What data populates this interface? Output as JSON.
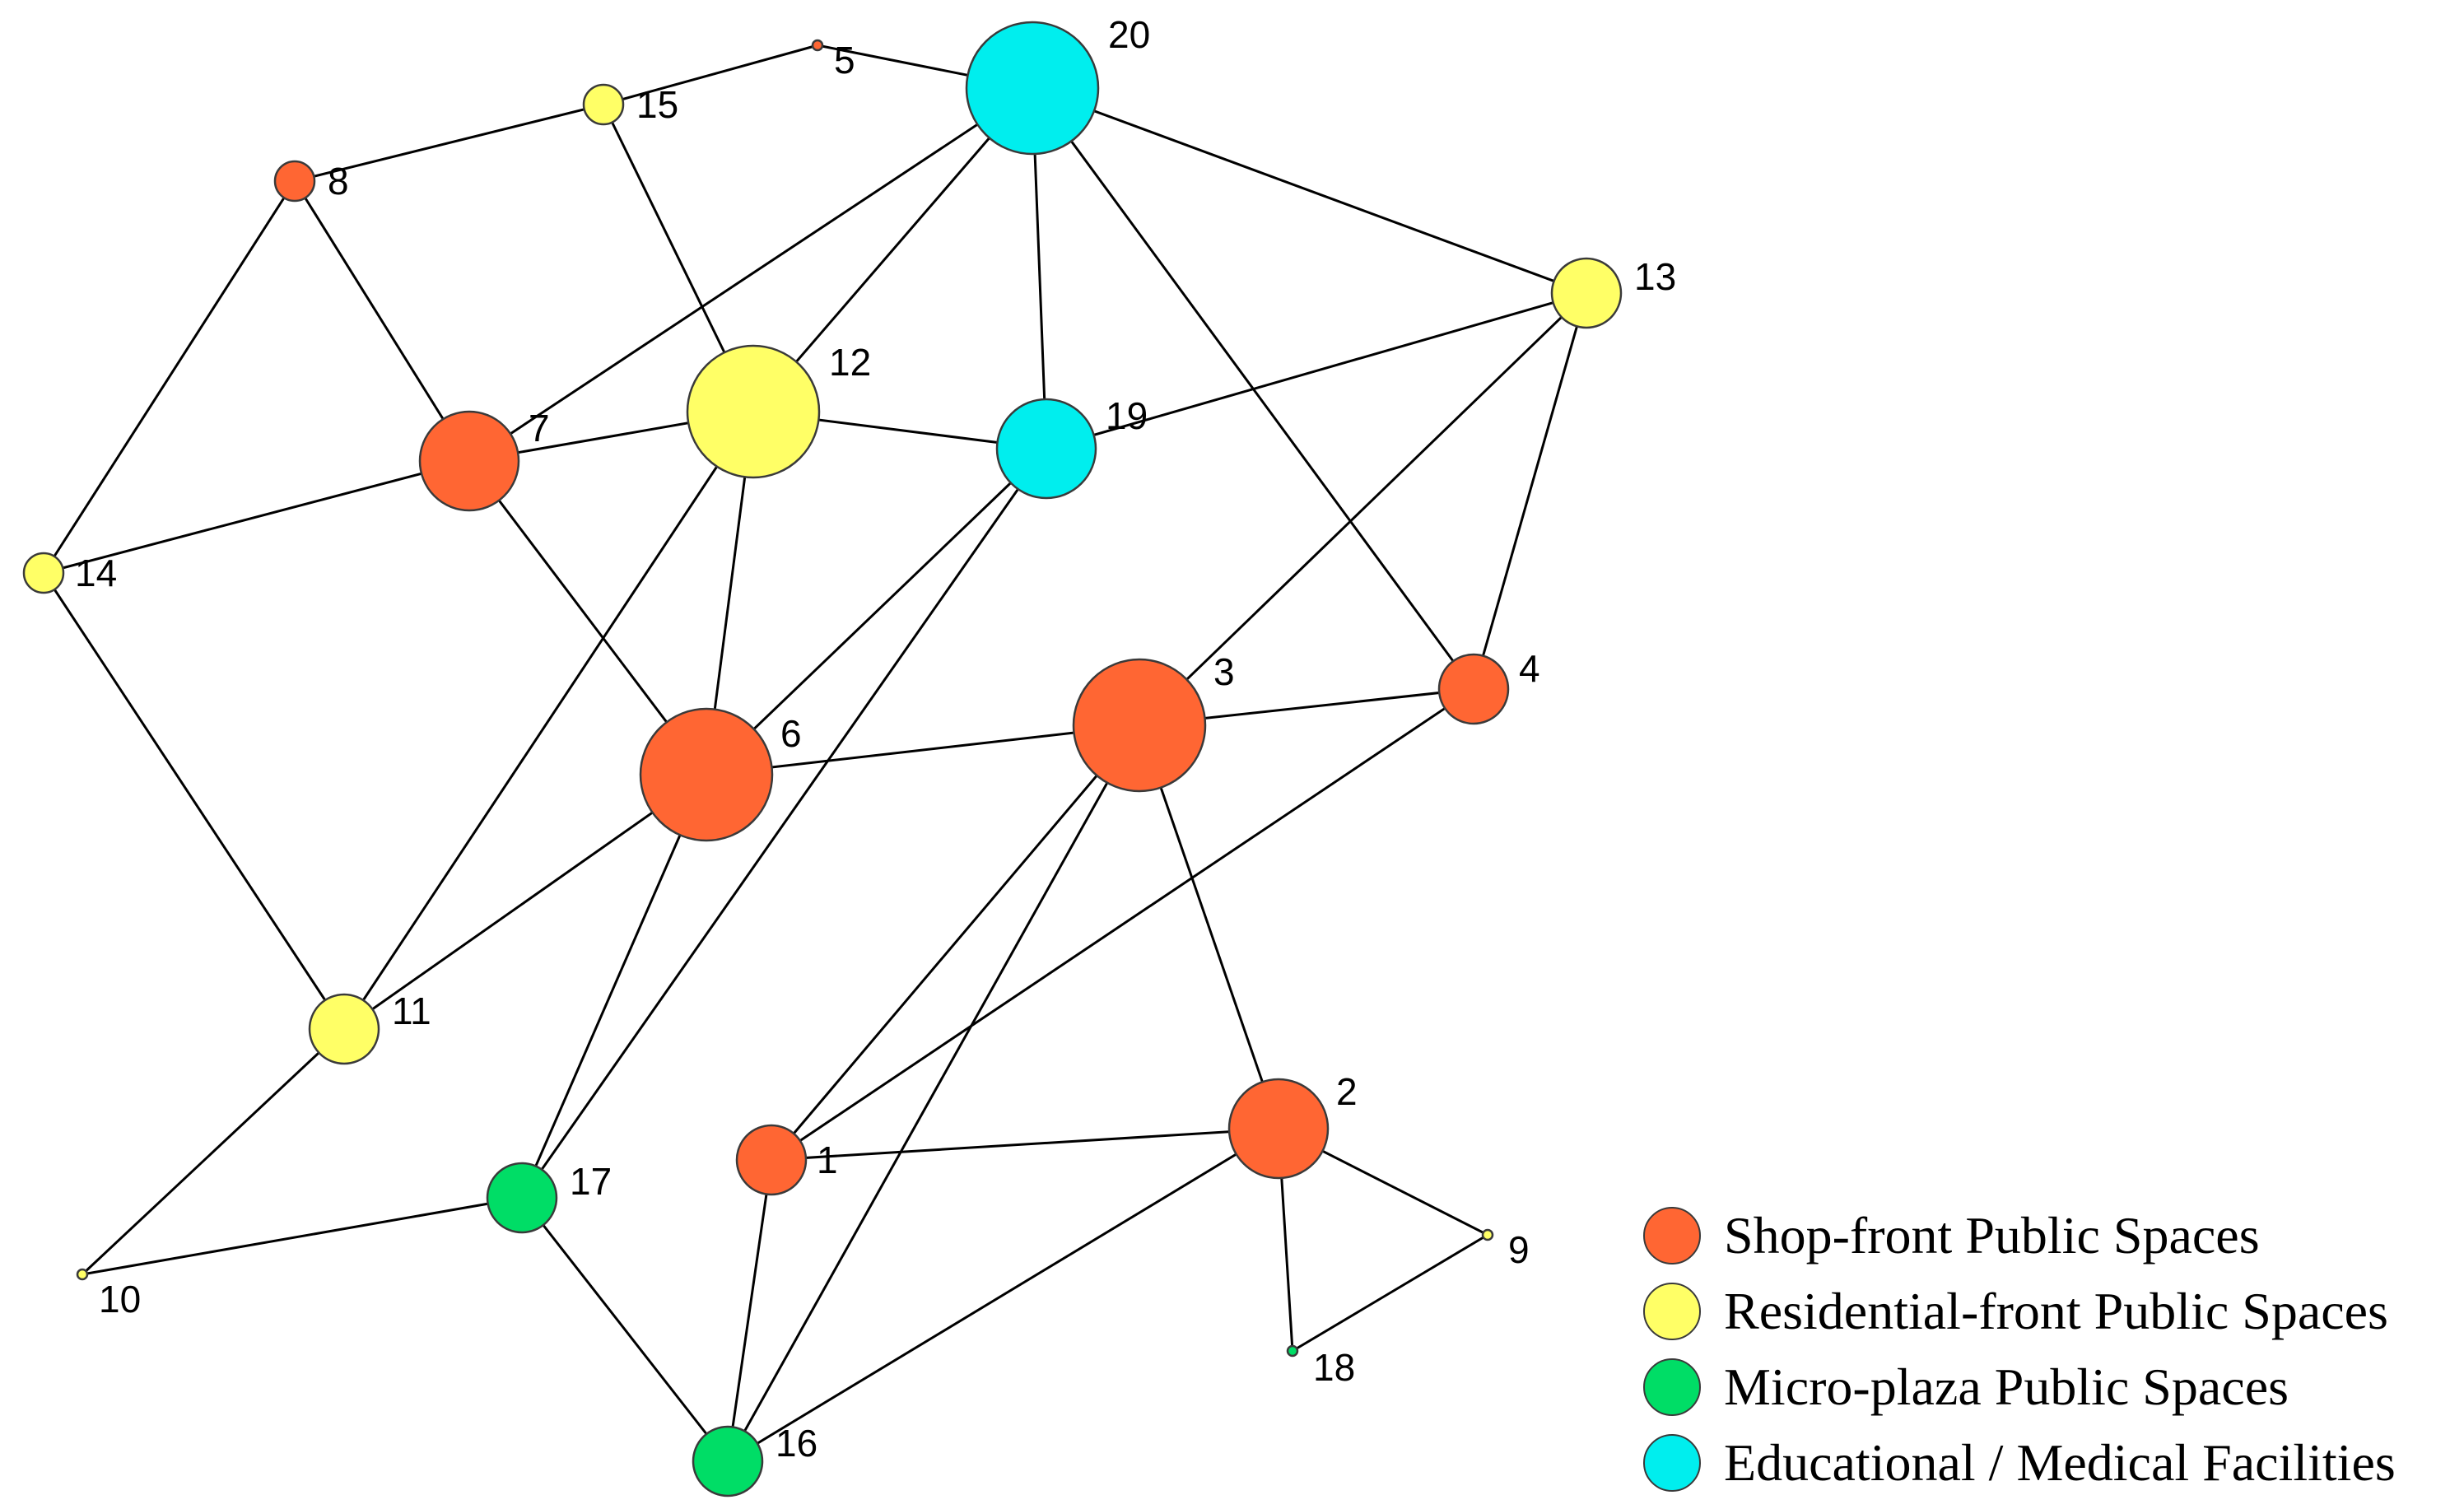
{
  "categories": [
    {
      "id": "shop",
      "label": "Shop-front Public Spaces",
      "color": "#FF6633"
    },
    {
      "id": "residential",
      "label": "Residential-front Public Spaces",
      "color": "#FFFF66"
    },
    {
      "id": "micro",
      "label": "Micro-plaza Public Spaces",
      "color": "#00DD66"
    },
    {
      "id": "edu",
      "label": "Educational / Medical Facilities",
      "color": "#00EEEE"
    }
  ],
  "nodes": [
    {
      "id": "1",
      "label": "1",
      "category": "shop",
      "size": "small"
    },
    {
      "id": "2",
      "label": "2",
      "category": "shop",
      "size": "medium"
    },
    {
      "id": "3",
      "label": "3",
      "category": "shop",
      "size": "large"
    },
    {
      "id": "4",
      "label": "4",
      "category": "shop",
      "size": "small"
    },
    {
      "id": "5",
      "label": "5",
      "category": "shop",
      "size": "tiny"
    },
    {
      "id": "6",
      "label": "6",
      "category": "shop",
      "size": "large"
    },
    {
      "id": "7",
      "label": "7",
      "category": "shop",
      "size": "medium"
    },
    {
      "id": "8",
      "label": "8",
      "category": "shop",
      "size": "tiny-plus"
    },
    {
      "id": "9",
      "label": "9",
      "category": "residential",
      "size": "tiny"
    },
    {
      "id": "10",
      "label": "10",
      "category": "residential",
      "size": "tiny"
    },
    {
      "id": "11",
      "label": "11",
      "category": "residential",
      "size": "small"
    },
    {
      "id": "12",
      "label": "12",
      "category": "residential",
      "size": "large"
    },
    {
      "id": "13",
      "label": "13",
      "category": "residential",
      "size": "small"
    },
    {
      "id": "14",
      "label": "14",
      "category": "residential",
      "size": "tiny-plus"
    },
    {
      "id": "15",
      "label": "15",
      "category": "residential",
      "size": "tiny-plus"
    },
    {
      "id": "16",
      "label": "16",
      "category": "micro",
      "size": "small"
    },
    {
      "id": "17",
      "label": "17",
      "category": "micro",
      "size": "small"
    },
    {
      "id": "18",
      "label": "18",
      "category": "micro",
      "size": "tiny"
    },
    {
      "id": "19",
      "label": "19",
      "category": "edu",
      "size": "medium"
    },
    {
      "id": "20",
      "label": "20",
      "category": "edu",
      "size": "xlarge"
    }
  ],
  "edges": [
    [
      "20",
      "5"
    ],
    [
      "5",
      "15"
    ],
    [
      "15",
      "8"
    ],
    [
      "15",
      "12"
    ],
    [
      "20",
      "13"
    ],
    [
      "20",
      "7"
    ],
    [
      "20",
      "12"
    ],
    [
      "20",
      "19"
    ],
    [
      "20",
      "4"
    ],
    [
      "13",
      "19"
    ],
    [
      "13",
      "3"
    ],
    [
      "13",
      "4"
    ],
    [
      "8",
      "7"
    ],
    [
      "8",
      "14"
    ],
    [
      "7",
      "12"
    ],
    [
      "7",
      "14"
    ],
    [
      "7",
      "6"
    ],
    [
      "12",
      "19"
    ],
    [
      "12",
      "6"
    ],
    [
      "12",
      "11"
    ],
    [
      "19",
      "6"
    ],
    [
      "19",
      "17"
    ],
    [
      "14",
      "11"
    ],
    [
      "6",
      "3"
    ],
    [
      "6",
      "11"
    ],
    [
      "6",
      "17"
    ],
    [
      "3",
      "4"
    ],
    [
      "3",
      "1"
    ],
    [
      "3",
      "16"
    ],
    [
      "3",
      "2"
    ],
    [
      "4",
      "1"
    ],
    [
      "11",
      "10"
    ],
    [
      "10",
      "17"
    ],
    [
      "17",
      "16"
    ],
    [
      "1",
      "2"
    ],
    [
      "1",
      "16"
    ],
    [
      "2",
      "16"
    ],
    [
      "2",
      "9"
    ],
    [
      "2",
      "18"
    ],
    [
      "9",
      "18"
    ]
  ]
}
